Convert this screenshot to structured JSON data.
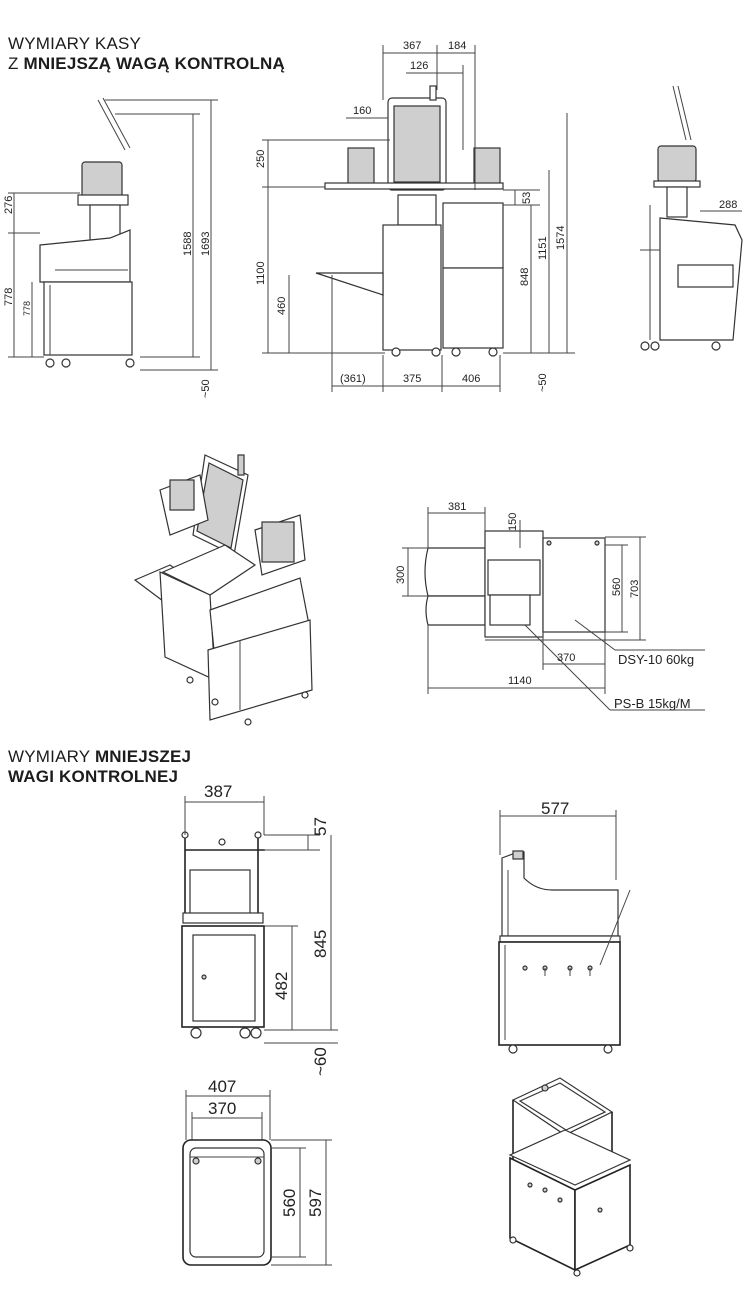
{
  "headings": {
    "top_line1": "WYMIARY KASY",
    "top_line2_prefix": "Z ",
    "top_line2_bold": "MNIEJSZĄ WAGĄ KONTROLNĄ",
    "bottom_line1_prefix": "WYMIARY ",
    "bottom_line1_bold": "MNIEJSZEJ",
    "bottom_line2_bold": "WAGI KONTROLNEJ"
  },
  "kiosk_side": {
    "d1": "276",
    "d2": "778",
    "d3": "778",
    "d4": "1588",
    "d5": "1693",
    "d6": "~50"
  },
  "kiosk_front": {
    "w_top1": "367",
    "w_top2": "184",
    "w_top3": "126",
    "w_160": "160",
    "h_250": "250",
    "h_1100": "1100",
    "h_460": "460",
    "h_53": "53",
    "h_848": "848",
    "h_1151": "1151",
    "h_1574": "1574",
    "h_50": "~50",
    "w_361": "(361)",
    "w_375": "375",
    "w_406": "406"
  },
  "kiosk_right": {
    "d288": "288"
  },
  "kiosk_plan": {
    "d381": "381",
    "d150": "150",
    "d300": "300",
    "d560": "560",
    "d703": "703",
    "d370": "370",
    "d1140": "1140",
    "label_dsy": "DSY-10 60kg",
    "label_psb": "PS-B 15kg/M"
  },
  "scale_front": {
    "d387": "387",
    "d57": "57",
    "d845": "845",
    "d482": "482",
    "d60": "~60"
  },
  "scale_side": {
    "d577": "577"
  },
  "scale_plan": {
    "d407": "407",
    "d370": "370",
    "d560": "560",
    "d597": "597"
  }
}
